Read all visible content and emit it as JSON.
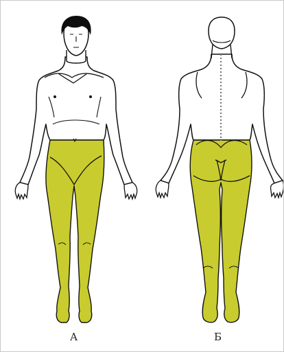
{
  "colors": {
    "highlight": "#c8cc2e",
    "outline": "#111111",
    "hair": "#0e0e0e",
    "background": "#ffffff"
  },
  "figures": [
    {
      "id": "front",
      "label": "А",
      "view": "front"
    },
    {
      "id": "back",
      "label": "Б",
      "view": "back"
    }
  ]
}
